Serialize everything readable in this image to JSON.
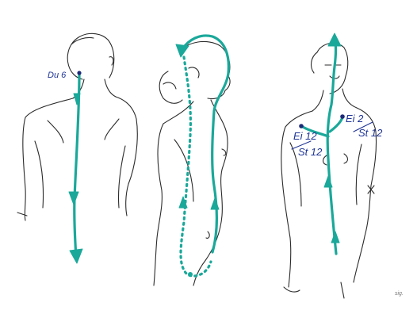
{
  "labels": {
    "figure1_point": "Du 6",
    "figure3_left_point": "Ei 12",
    "figure3_left_point_sub": "St 12",
    "figure3_right_point": "Ei 2",
    "figure3_right_point_sub": "St 12"
  },
  "signature": "sig.",
  "colors": {
    "meridian": "#1aa89a",
    "ink": "#2b2b2b",
    "point": "#1c2a78",
    "label": "#1f3596"
  }
}
